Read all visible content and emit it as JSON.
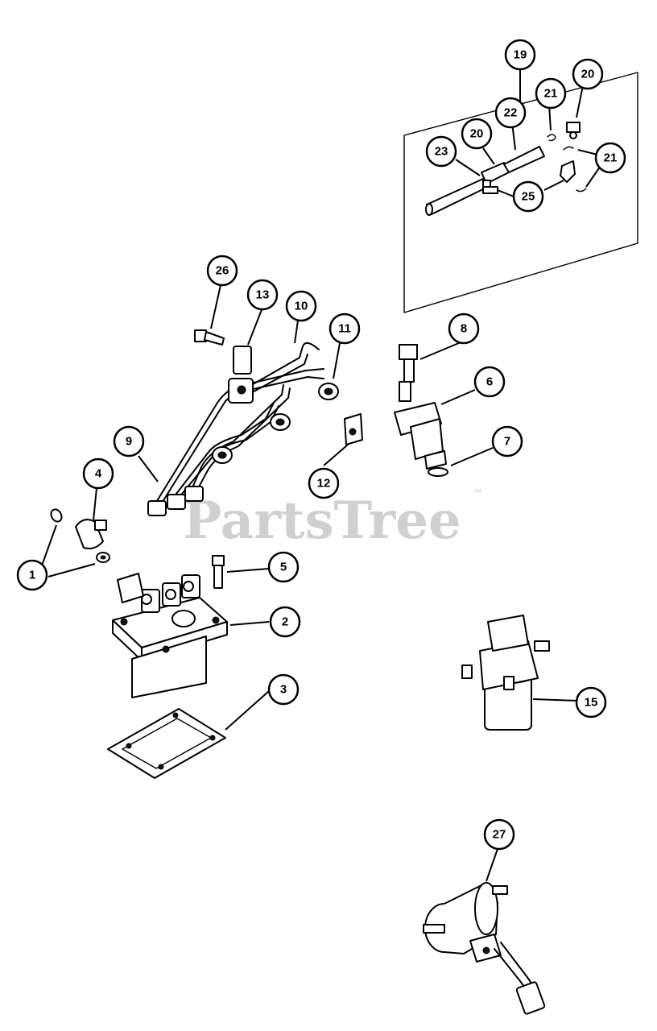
{
  "watermark": {
    "text": "PartsTree",
    "trademark": "™"
  },
  "callouts": [
    {
      "key": "c1",
      "label": "1"
    },
    {
      "key": "c2",
      "label": "2"
    },
    {
      "key": "c3",
      "label": "3"
    },
    {
      "key": "c4",
      "label": "4"
    },
    {
      "key": "c5",
      "label": "5"
    },
    {
      "key": "c6",
      "label": "6"
    },
    {
      "key": "c7",
      "label": "7"
    },
    {
      "key": "c8",
      "label": "8"
    },
    {
      "key": "c9",
      "label": "9"
    },
    {
      "key": "c10",
      "label": "10"
    },
    {
      "key": "c11",
      "label": "11"
    },
    {
      "key": "c12",
      "label": "12"
    },
    {
      "key": "c13",
      "label": "13"
    },
    {
      "key": "c15",
      "label": "15"
    },
    {
      "key": "c19",
      "label": "19"
    },
    {
      "key": "c20a",
      "label": "20"
    },
    {
      "key": "c20b",
      "label": "20"
    },
    {
      "key": "c21a",
      "label": "21"
    },
    {
      "key": "c21b",
      "label": "21"
    },
    {
      "key": "c22",
      "label": "22"
    },
    {
      "key": "c23",
      "label": "23"
    },
    {
      "key": "c25",
      "label": "25"
    },
    {
      "key": "c26",
      "label": "26"
    },
    {
      "key": "c27",
      "label": "27"
    }
  ]
}
